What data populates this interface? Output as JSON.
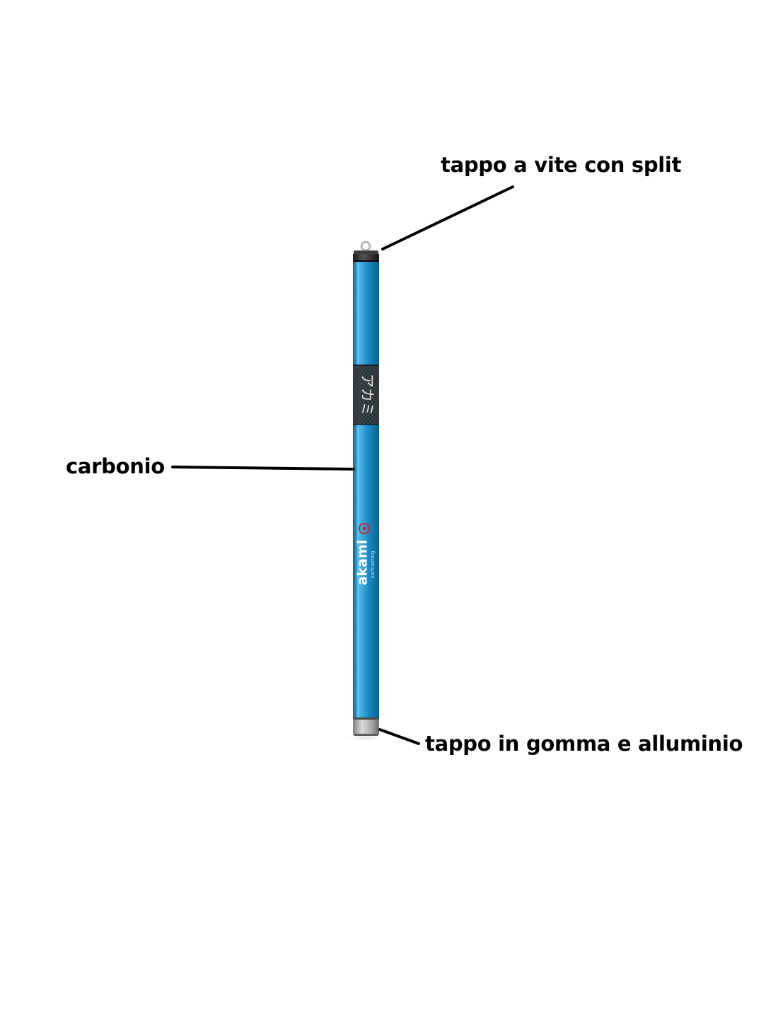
{
  "labels": {
    "top": "tappo a vite con split",
    "middle": "carbonio",
    "bottom": "tappo in gomma e alluminio"
  },
  "product": {
    "brand": "akami",
    "subline": "surfcasting",
    "kanji": "アカミ"
  },
  "colors": {
    "tube": "#1d8fca",
    "tube_dark": "#0c5f8c",
    "tube_light": "#52b9e8",
    "carbon_band": "#2a2c2e",
    "cap_metal": "#a9a9a7",
    "leader_line": "#000000",
    "logo_accent": "#c62828"
  },
  "icons": {
    "split_ring": "split-ring-icon",
    "brand_mark": "akami-logo-icon"
  }
}
